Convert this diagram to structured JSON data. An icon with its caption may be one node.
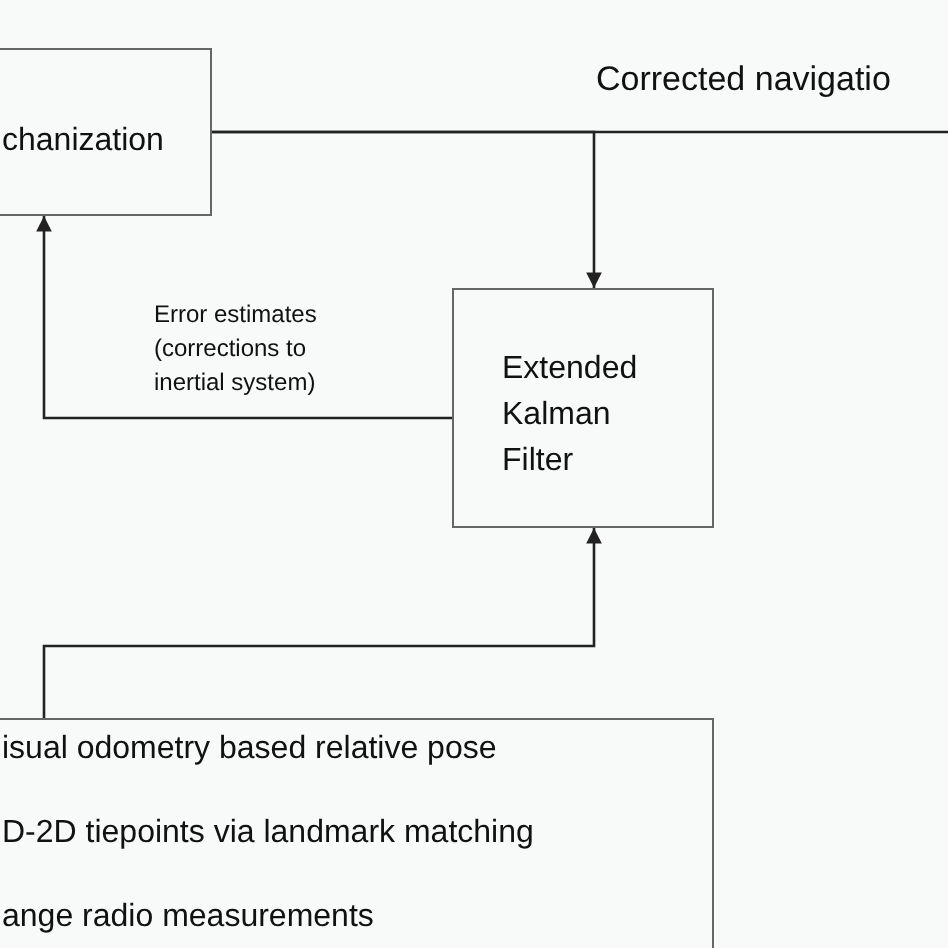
{
  "diagram": {
    "nodes": [
      {
        "text": [
          "chanization"
        ]
      },
      {
        "text": [
          "Extended Kalman Filter"
        ]
      },
      {
        "text": [
          "isual odometry based relative pose",
          "D-2D tiepoints via landmark matching",
          "ange radio measurements"
        ]
      }
    ],
    "edges": [
      {
        "from": 0,
        "to": null,
        "arrow": "none",
        "label": "Corrected navigatio"
      },
      {
        "from": 0,
        "to": 1,
        "arrow": "to"
      },
      {
        "from": 1,
        "to": 0,
        "arrow": "to",
        "label": "Error estimates (corrections to inertial system)"
      },
      {
        "from": 2,
        "to": 1,
        "arrow": "to"
      }
    ]
  }
}
